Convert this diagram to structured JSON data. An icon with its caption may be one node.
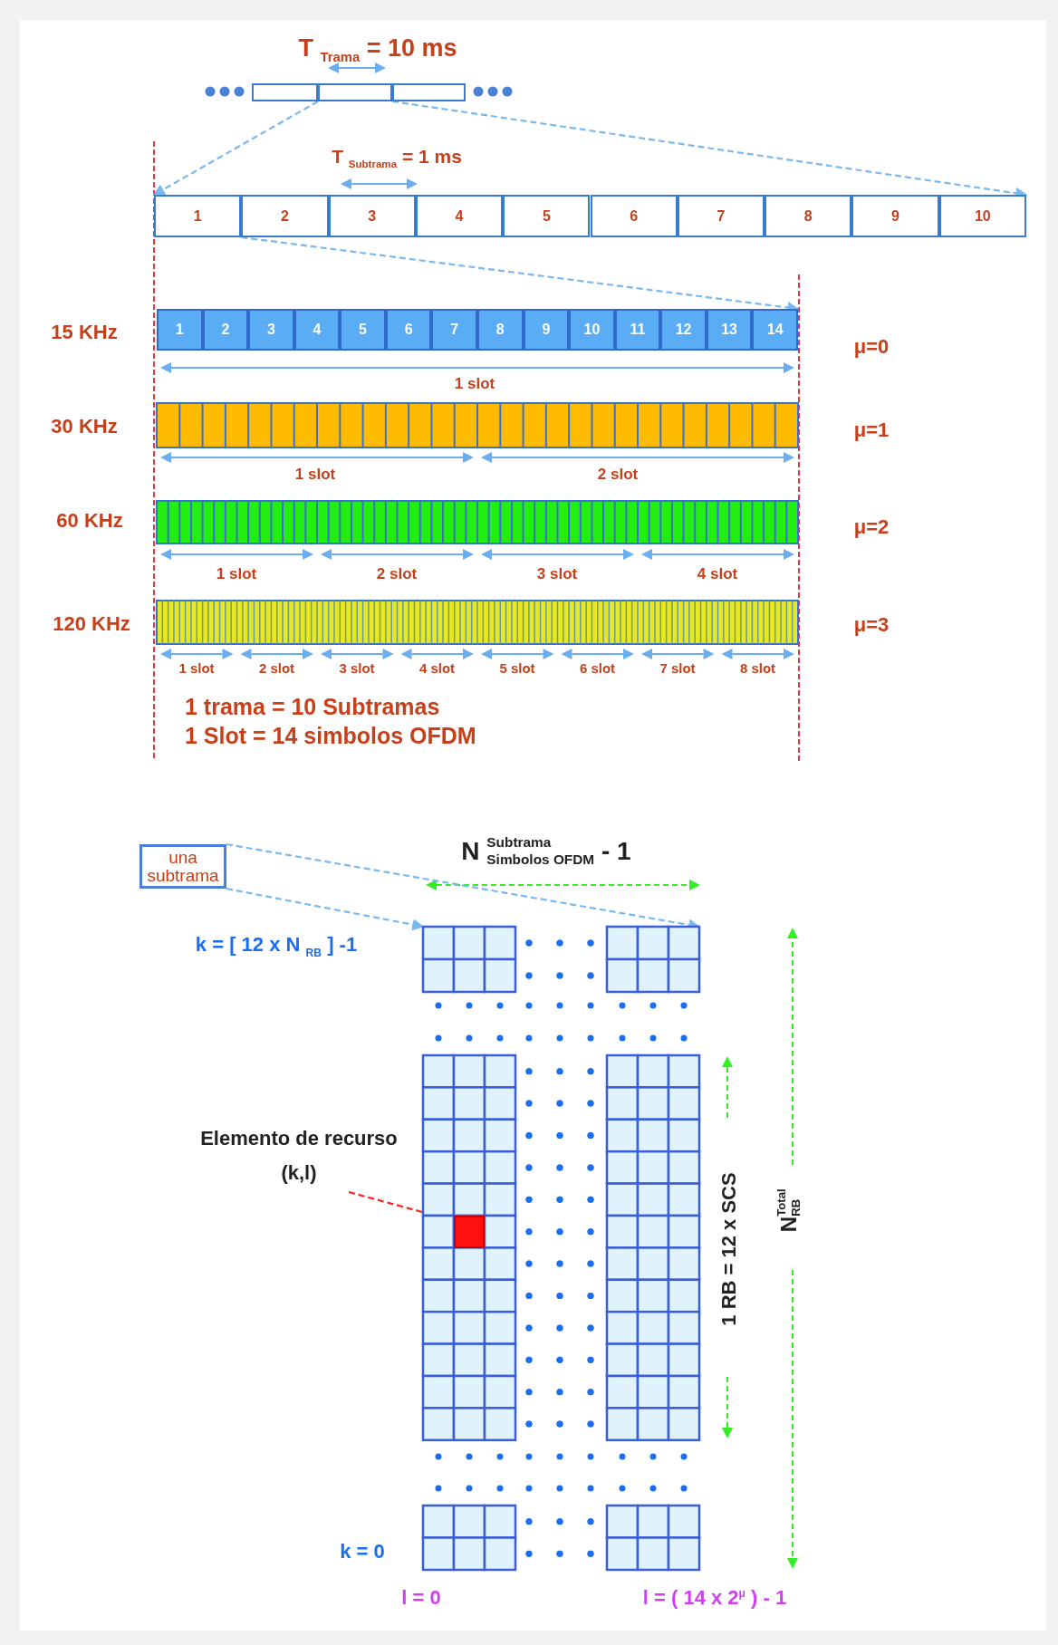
{
  "diagram": {
    "nodes": [
      {
        "text": [],
        "shape": "box"
      },
      {
        "text": [],
        "shape": "box"
      },
      {
        "text": [],
        "shape": "box"
      },
      {
        "text": [
          "1"
        ]
      },
      {
        "text": [
          "2"
        ]
      },
      {
        "text": [
          "3"
        ]
      },
      {
        "text": [
          "4"
        ]
      },
      {
        "text": [
          "5"
        ]
      },
      {
        "text": [
          "6"
        ]
      },
      {
        "text": [
          "7"
        ]
      },
      {
        "text": [
          "8"
        ]
      },
      {
        "text": [
          "9"
        ]
      },
      {
        "text": [
          "10"
        ]
      },
      {
        "text": [
          "1"
        ]
      },
      {
        "text": [
          "2"
        ]
      },
      {
        "text": [
          "3"
        ]
      },
      {
        "text": [
          "4"
        ]
      },
      {
        "text": [
          "5"
        ]
      },
      {
        "text": [
          "6"
        ]
      },
      {
        "text": [
          "7"
        ]
      },
      {
        "text": [
          "8"
        ]
      },
      {
        "text": [
          "9"
        ]
      },
      {
        "text": [
          "10"
        ]
      },
      {
        "text": [
          "11"
        ]
      },
      {
        "text": [
          "12"
        ]
      },
      {
        "text": [
          "13"
        ]
      },
      {
        "text": [
          "14"
        ]
      },
      {
        "text": [
          "una subtrama"
        ]
      },
      {
        "text": [],
        "shape": "picture"
      },
      {
        "text": [
          "Elemento de recurso (k,l)"
        ]
      },
      {
        "text": [],
        "shape": "box",
        "in": 28
      }
    ],
    "edges": [
      {
        "from": 1,
        "to": 3,
        "arrow": "to",
        "style": "dashed"
      },
      {
        "from": 1,
        "to": 12,
        "arrow": "to",
        "style": "dashed"
      },
      {
        "from": 3,
        "to": 26,
        "arrow": "to",
        "style": "dashed"
      },
      {
        "from": 27,
        "to": 28,
        "arrow": "to",
        "style": "dashed"
      },
      {
        "from": 27,
        "to": 28,
        "arrow": "to",
        "style": "dashed"
      },
      {
        "from": 29,
        "to": 30,
        "arrow": "to",
        "style": "dashed",
        "color": "#ff2020"
      }
    ],
    "labels": [
      "T $_{Trama}$ = 10 ms",
      "T $_{Subtrama}$ = 1 ms",
      "15 KHz",
      "μ=0",
      "1 slot",
      "30 KHz",
      "μ=1",
      "1 slot",
      "2 slot",
      "60 KHz",
      "μ=2",
      "1 slot",
      "2 slot",
      "3 slot",
      "4 slot",
      "120 KHz",
      "μ=3",
      "1 slot",
      "2 slot",
      "3 slot",
      "4 slot",
      "5 slot",
      "6 slot",
      "7 slot",
      "8 slot",
      "1 trama = 10 Subtramas",
      "1 Slot = 14 simbolos OFDM",
      "N $^{Subtrama}$$_{Simbolos OFDM}$ - 1",
      "k = [ 12 x N $_{RB}$ ] -1",
      "1 RB = 12 x SCS",
      "N$^{Total}$$_{RB}$",
      "k = 0",
      "l = 0",
      "l = ( 14 x 2$^{μ}$ ) - 1"
    ]
  }
}
